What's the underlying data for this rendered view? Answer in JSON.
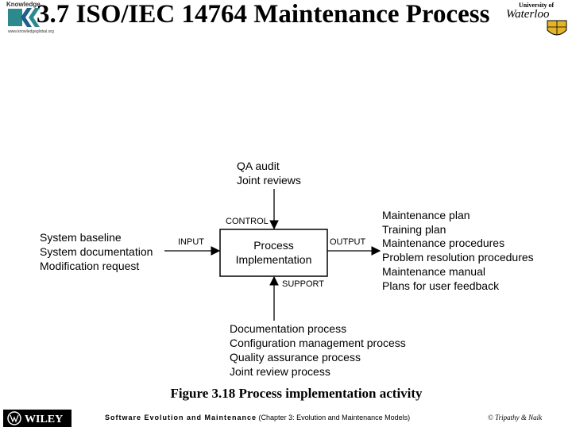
{
  "header": {
    "title": "3.7 ISO/IEC 14764 Maintenance Process",
    "left_logo_top": "Knowledge",
    "left_logo_bottom": "www.knowledgeglobal.org",
    "right_logo_top": "University of",
    "right_logo_main": "Waterloo"
  },
  "diagram": {
    "control_inputs": [
      "QA audit",
      "Joint reviews"
    ],
    "control_label": "CONTROL",
    "inputs": [
      "System baseline",
      "System documentation",
      "Modification request"
    ],
    "input_label": "INPUT",
    "process_line1": "Process",
    "process_line2": "Implementation",
    "output_label": "OUTPUT",
    "outputs": [
      "Maintenance plan",
      "Training plan",
      "Maintenance procedures",
      "Problem resolution procedures",
      "Maintenance manual",
      "Plans for user feedback"
    ],
    "support_label": "SUPPORT",
    "supports": [
      "Documentation process",
      "Configuration management process",
      "Quality assurance process",
      "Joint review process"
    ]
  },
  "caption": "Figure 3.18 Process implementation activity",
  "footer": {
    "publisher": "WILEY",
    "book": "Software Evolution and Maintenance",
    "chapter": "(Chapter 3: Evolution and Maintenance Models)",
    "copyright": "© Tripathy & Naik"
  },
  "colors": {
    "text": "#000000",
    "background": "#ffffff",
    "uw_gold": "#e4b429"
  }
}
